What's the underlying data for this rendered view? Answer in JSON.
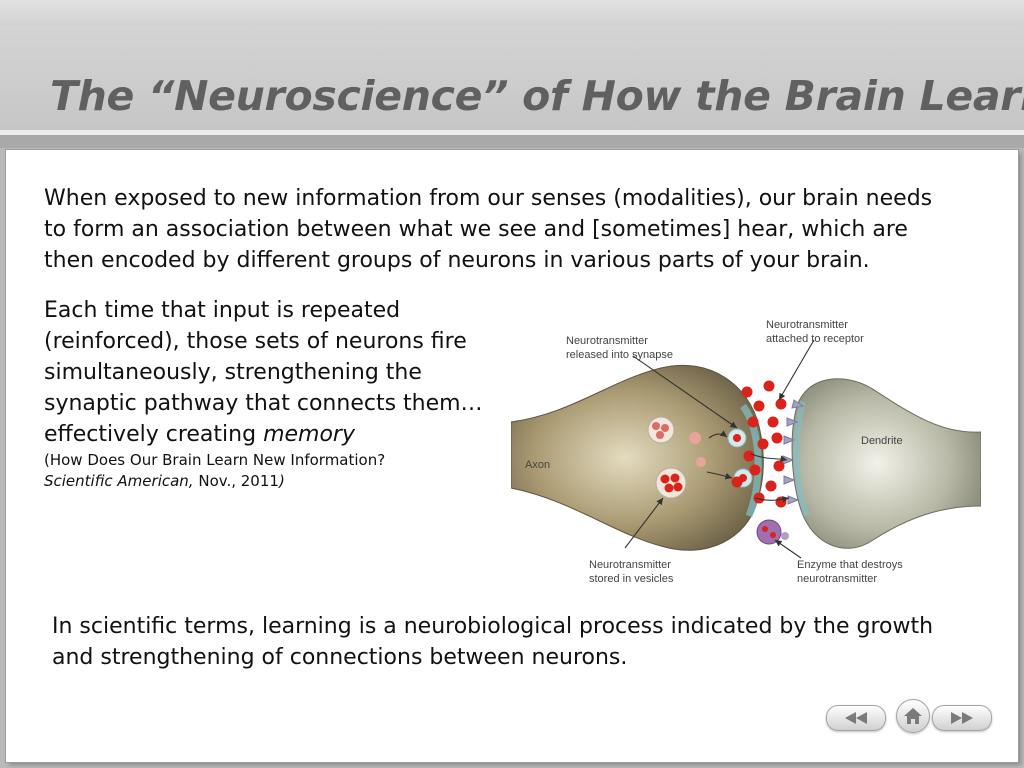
{
  "slide": {
    "title": "The “Neuroscience” of How the Brain Learns"
  },
  "body": {
    "intro": "When exposed to new information from our senses (modalities), our brain needs to form an association between what we see and [sometimes] hear, which are then encoded by different groups of neurons in various parts of your brain.",
    "second_main": "Each time that input is repeated (reinforced), those sets of neurons fire simultaneously, strengthening the synaptic pathway that connects them…effectively creating ",
    "second_emphasis": "memory",
    "citation_line1": "(How Does Our Brain Learn New Information?",
    "citation_journal": "Scientific American,",
    "citation_date": " Nov., 2011",
    "citation_close": ")",
    "conclusion": "In scientific terms, learning is a neurobiological process indicated by the growth and strengthening of connections between neurons."
  },
  "figure": {
    "label_released_1": "Neurotransmitter",
    "label_released_2": "released into synapse",
    "label_attached_1": "Neurotransmitter",
    "label_attached_2": "attached to receptor",
    "label_axon": "Axon",
    "label_dendrite": "Dendrite",
    "label_stored_1": "Neurotransmitter",
    "label_stored_2": "stored in vesicles",
    "label_enzyme_1": "Enzyme that destroys",
    "label_enzyme_2": "neurotransmitter",
    "colors": {
      "neurotransmitter": "#d9231b",
      "axon": "#a99a72",
      "dendrite": "#b7b8a5",
      "cleft": "#7fc2cb",
      "enzyme": "#9f6fb0"
    }
  },
  "nav": {
    "prev_icon": "rewind-icon",
    "home_icon": "home-icon",
    "next_icon": "fast-forward-icon"
  }
}
